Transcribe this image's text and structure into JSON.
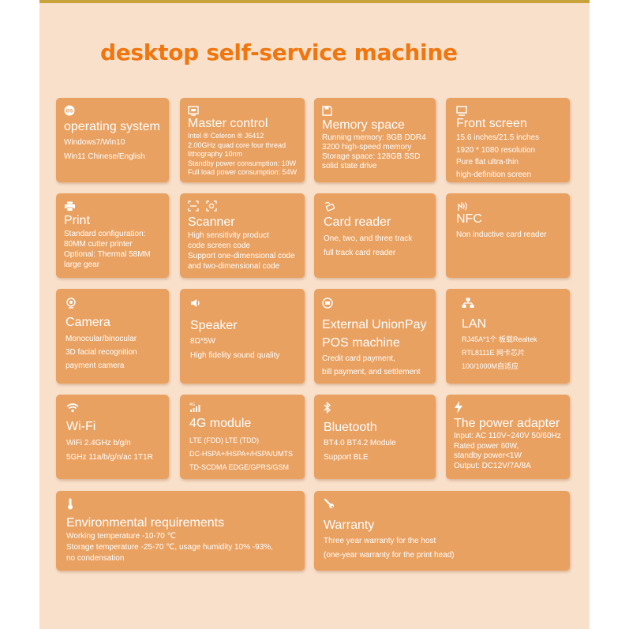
{
  "title": "desktop self-service machine",
  "colors": {
    "accent": "#f0760f",
    "card": "#e9a161",
    "panel": "#f8e0cb"
  },
  "cards": [
    {
      "icon": "os-icon",
      "title": "operating system",
      "lines": [
        "Windows7/Win10",
        "Win11 Chinese/English"
      ]
    },
    {
      "icon": "cpu-icon",
      "title": "Master control",
      "lines": [
        "Intel ® Celeron ® J6412",
        "2.00GHz quad core four thread",
        "lithography 10nm",
        "Standby power consumption: 10W",
        "Full load power consumption: 54W"
      ]
    },
    {
      "icon": "save-icon",
      "title": "Memory space",
      "lines": [
        "Running memory: 8GB  DDR4",
        "3200 high-speed memory",
        "Storage space: 128GB SSD",
        "solid state drive"
      ]
    },
    {
      "icon": "monitor-icon",
      "title": "Front screen",
      "lines": [
        "15.6 inches/21.5 inches",
        "1920 * 1080 resolution",
        "Pure flat ultra-thin",
        "high-definition screen"
      ]
    },
    {
      "icon": "printer-icon",
      "title": "Print",
      "lines": [
        "Standard configuration:",
        "80MM cutter printer",
        "Optional: Thermal 58MM",
        "large gear"
      ]
    },
    {
      "icon": "scan-icon",
      "title": "Scanner",
      "lines": [
        "High sensitivity product",
        "code screen code",
        "Support one-dimensional code",
        "and two-dimensional code"
      ]
    },
    {
      "icon": "card-tap-icon",
      "title": "Card reader",
      "lines": [
        "One, two, and three track",
        "full track card reader"
      ]
    },
    {
      "icon": "nfc-icon",
      "title": "NFC",
      "lines": [
        "Non inductive card reader"
      ]
    },
    {
      "icon": "camera-icon",
      "title": "Camera",
      "lines": [
        "Monocular/binocular",
        "3D facial recognition",
        "payment camera"
      ]
    },
    {
      "icon": "speaker-icon",
      "title": "Speaker",
      "lines": [
        "8Ω*5W",
        "High fidelity sound quality"
      ]
    },
    {
      "icon": "pos-icon",
      "title": "External UnionPay",
      "title2": "POS machine",
      "lines": [
        "Credit card payment,",
        "bill payment, and settlement"
      ]
    },
    {
      "icon": "lan-icon",
      "title": "LAN",
      "lines": [
        "RJ45A*1个  板载Realtek",
        "RTL8111E 网卡芯片",
        "100/1000M自适应"
      ]
    },
    {
      "icon": "wifi-icon",
      "title": "Wi-Fi",
      "lines": [
        "WiFi 2.4GHz b/g/n",
        "5GHz 11a/b/g/n/ac 1T1R"
      ]
    },
    {
      "icon": "signal-4g-icon",
      "title": "4G module",
      "lines": [
        "LTE (FDD)   LTE (TDD)",
        "DC-HSPA+/HSPA+/HSPA/UMTS",
        "TD-SCDMA   EDGE/GPRS/GSM"
      ]
    },
    {
      "icon": "bluetooth-icon",
      "title": "Bluetooth",
      "lines": [
        "BT4.0   BT4.2 Module",
        "Support BLE"
      ]
    },
    {
      "icon": "bolt-icon",
      "title": "The power adapter",
      "lines": [
        "Input: AC 110V~240V 50/60Hz",
        "Rated power 60W,",
        "standby power<1W",
        "Output: DC12V/7A/8A"
      ]
    },
    {
      "icon": "thermometer-icon",
      "title": "Environmental requirements",
      "lines": [
        "Working temperature -10-70 ℃",
        "Storage temperature -25-70 ℃, usage humidity 10% -93%,",
        "no condensation"
      ]
    },
    {
      "icon": "wrench-icon",
      "title": "Warranty",
      "lines": [
        "Three year warranty for the host",
        "(one-year warranty for the print head)"
      ]
    }
  ]
}
